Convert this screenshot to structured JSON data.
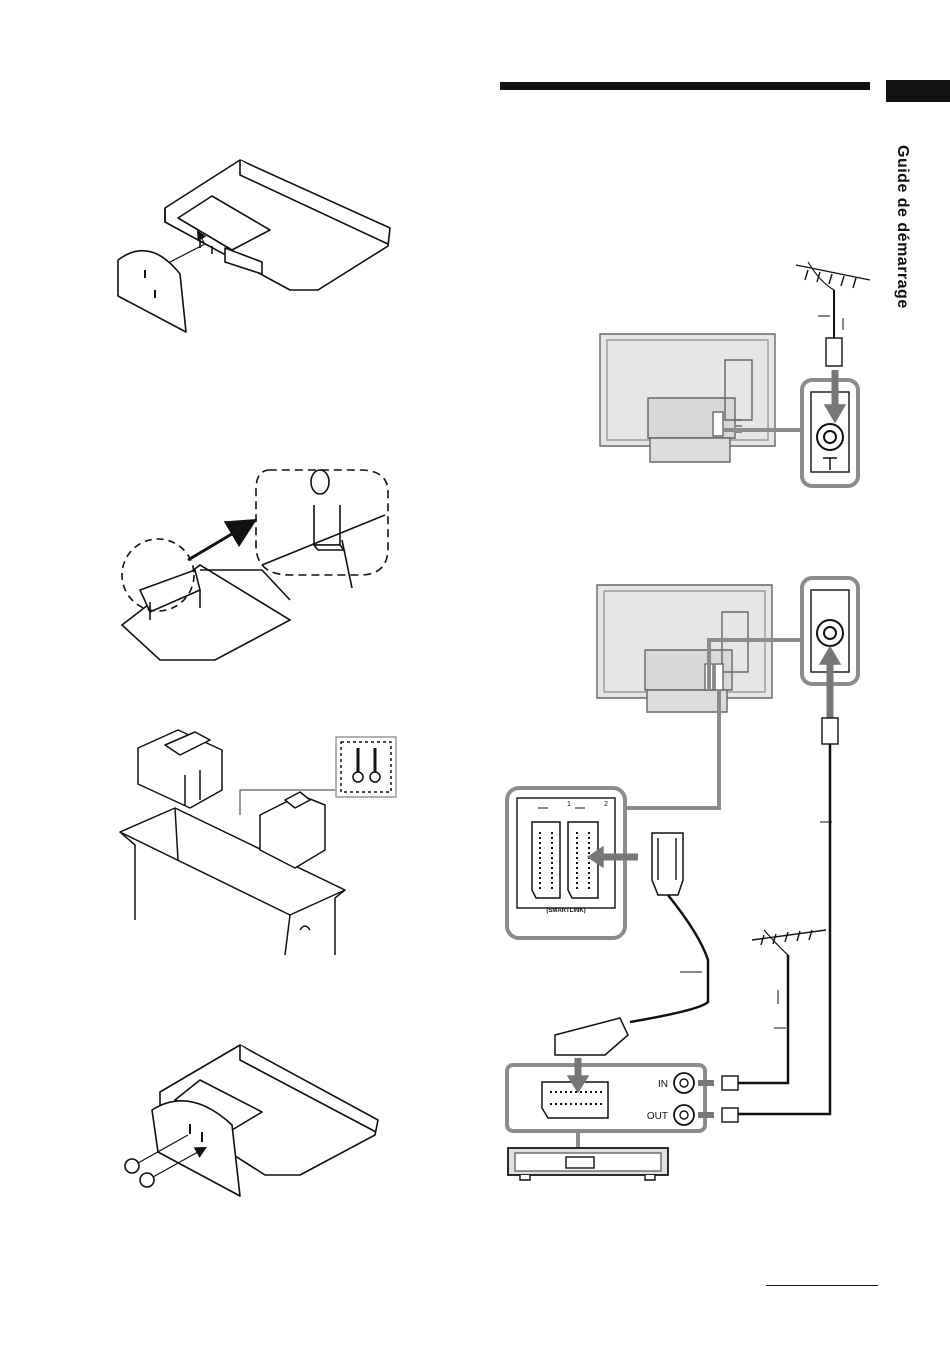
{
  "sidebar": {
    "title": "Guide de démarrage"
  },
  "scart_panel": {
    "port1_label": "1",
    "port2_label": "2",
    "smartlink_label": "(SMARTLINK)"
  },
  "vcr_panel": {
    "in_label": "IN",
    "out_label": "OUT"
  },
  "colors": {
    "line": "#111111",
    "panel_gray": "#e6e6e6",
    "callout_gray": "#8c8c8c",
    "arrow_gray": "#777777"
  }
}
